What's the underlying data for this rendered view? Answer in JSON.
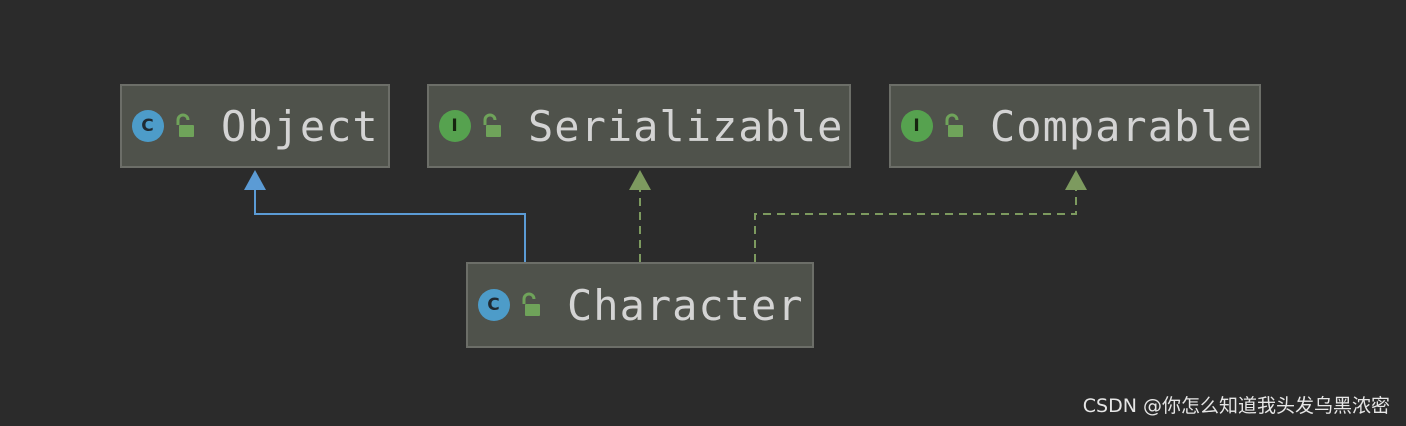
{
  "diagram": {
    "nodes": [
      {
        "id": "object",
        "kind": "class",
        "kind_glyph": "C",
        "label": "Object"
      },
      {
        "id": "serializable",
        "kind": "interface",
        "kind_glyph": "I",
        "label": "Serializable"
      },
      {
        "id": "comparable",
        "kind": "interface",
        "kind_glyph": "I",
        "label": "Comparable"
      },
      {
        "id": "character",
        "kind": "class",
        "kind_glyph": "C",
        "label": "Character"
      }
    ],
    "edges": [
      {
        "from": "character",
        "to": "object",
        "type": "extends",
        "style": "solid",
        "color": "#5b9bd5"
      },
      {
        "from": "character",
        "to": "serializable",
        "type": "implements",
        "style": "dashed",
        "color": "#7d9a5f"
      },
      {
        "from": "character",
        "to": "comparable",
        "type": "implements",
        "style": "dashed",
        "color": "#7d9a5f"
      }
    ]
  },
  "colors": {
    "background": "#2b2b2b",
    "node_fill": "#4f524b",
    "class_icon": "#4d9cc9",
    "interface_icon": "#56a24f",
    "lock_icon": "#6fa35a"
  },
  "icons": {
    "class": "class-icon",
    "interface": "interface-icon",
    "visibility": "unlocked-padlock-icon"
  },
  "watermark": "CSDN @你怎么知道我头发乌黑浓密"
}
